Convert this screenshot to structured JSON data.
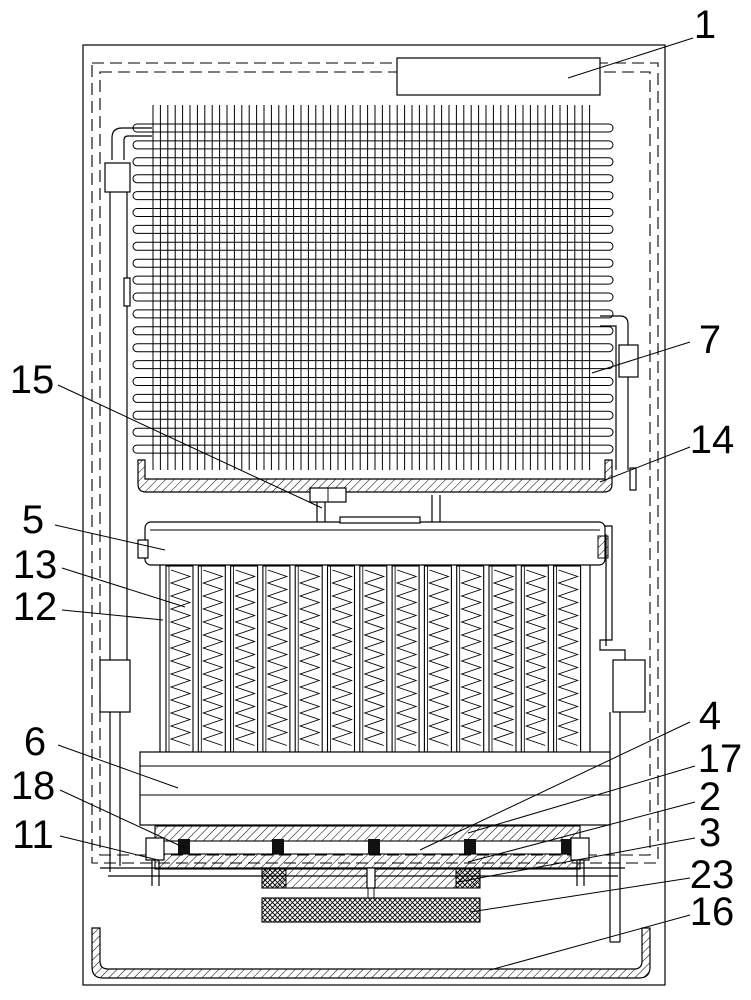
{
  "labels": {
    "l1": "1",
    "l7": "7",
    "l15": "15",
    "l14": "14",
    "l5": "5",
    "l13": "13",
    "l12": "12",
    "l4": "4",
    "l6": "6",
    "l17": "17",
    "l18": "18",
    "l2": "2",
    "l11": "11",
    "l3": "3",
    "l23": "23",
    "l16": "16"
  }
}
